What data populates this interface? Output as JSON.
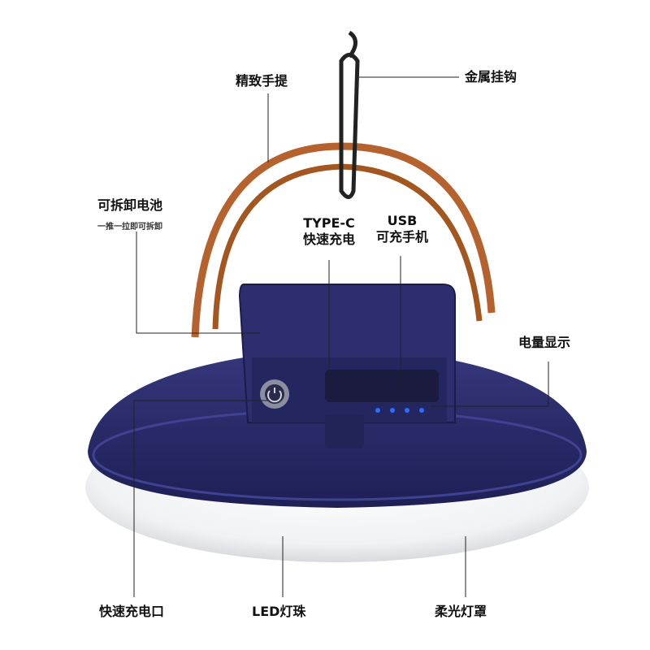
{
  "labels": {
    "handle": "精致手提",
    "hook": "金属挂钩",
    "battery": "可拆卸电池",
    "battery_sub": "一推一拉即可拆卸",
    "typec_line1": "TYPE-C",
    "typec_line2": "快速充电",
    "usb_line1": "USB",
    "usb_line2": "可充手机",
    "power_display": "电量显示",
    "fast_charge_port": "快速充电口",
    "led": "LED灯珠",
    "shade": "柔光灯罩"
  },
  "colors": {
    "body": "#2a2c6b",
    "strap": "#b5622e",
    "indicator": "#2f6bff"
  },
  "battery_indicator_leds": 4
}
